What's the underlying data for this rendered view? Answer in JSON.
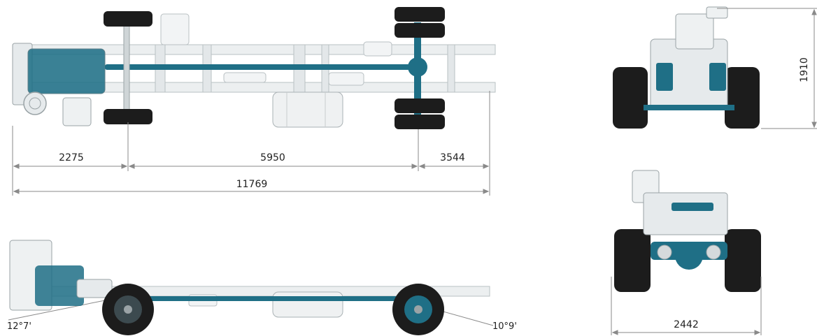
{
  "dimensions": {
    "front_overhang": "2275",
    "wheelbase": "5950",
    "rear_overhang": "3544",
    "overall_length": "11769",
    "height": "1910",
    "width": "2442"
  },
  "angles": {
    "approach": "12°7'",
    "departure": "10°9'"
  },
  "colors": {
    "drivetrain": "#1f6f86",
    "frame": "#eceff0",
    "frame_outline": "#b9c0c3",
    "tire": "#1c1c1c",
    "dimension_line": "#8a8a8a"
  }
}
